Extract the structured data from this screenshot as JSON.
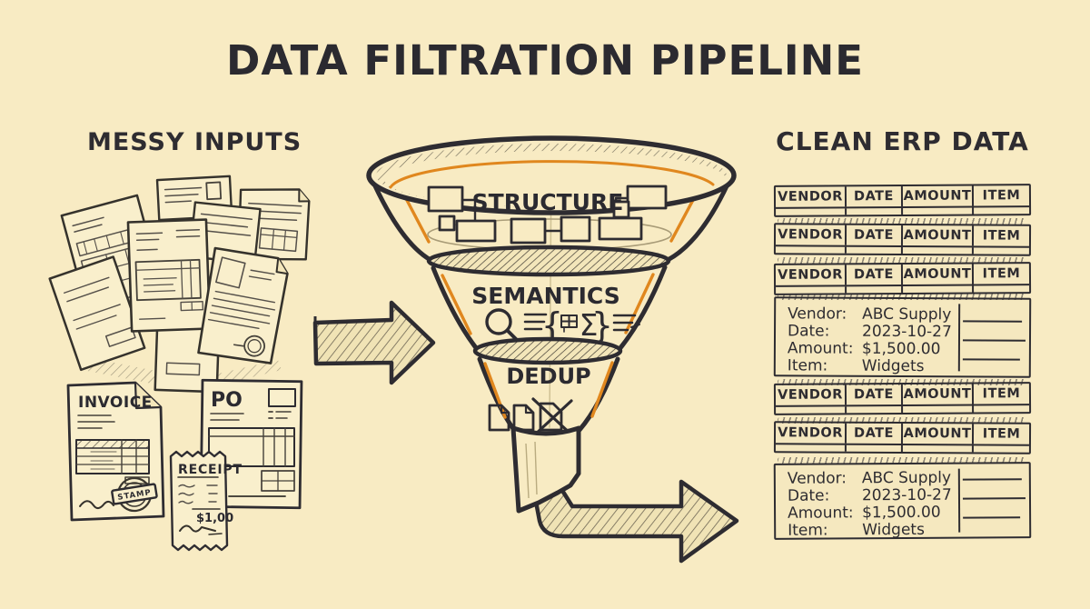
{
  "title": "DATA FILTRATION PIPELINE",
  "colors": {
    "background": "#f8ebc3",
    "ink": "#2e2c31",
    "accent_orange": "#e0871e"
  },
  "left": {
    "heading": "MESSY INPUTS",
    "pile_icon": "messy-document-pile-icon",
    "invoice": {
      "label": "INVOICE",
      "stamp_label": "STAMP"
    },
    "po": {
      "label": "PO"
    },
    "receipt": {
      "label": "RECEIPT",
      "total": "$1,00"
    }
  },
  "funnel": {
    "stages": [
      {
        "label": "STRUCTURE",
        "icon": "flowchart-boxes-icon"
      },
      {
        "label": "SEMANTICS",
        "icon": "magnifier-braces-sigma-icon",
        "glyphs": {
          "brace_open": "{",
          "sigma": "Σ",
          "brace_close": "}"
        }
      },
      {
        "label": "DEDUP",
        "icon": "duplicate-docs-crossed-icon"
      }
    ]
  },
  "right": {
    "heading": "CLEAN ERP DATA",
    "table_columns": [
      "VENDOR",
      "DATE",
      "AMOUNT",
      "ITEM"
    ],
    "record": {
      "vendor_label": "Vendor:",
      "vendor_value": "ABC Supply",
      "date_label": "Date:",
      "date_value": "2023-10-27",
      "amount_label": "Amount:",
      "amount_value": "$1,500.00",
      "item_label": "Item:",
      "item_value": "Widgets"
    }
  }
}
